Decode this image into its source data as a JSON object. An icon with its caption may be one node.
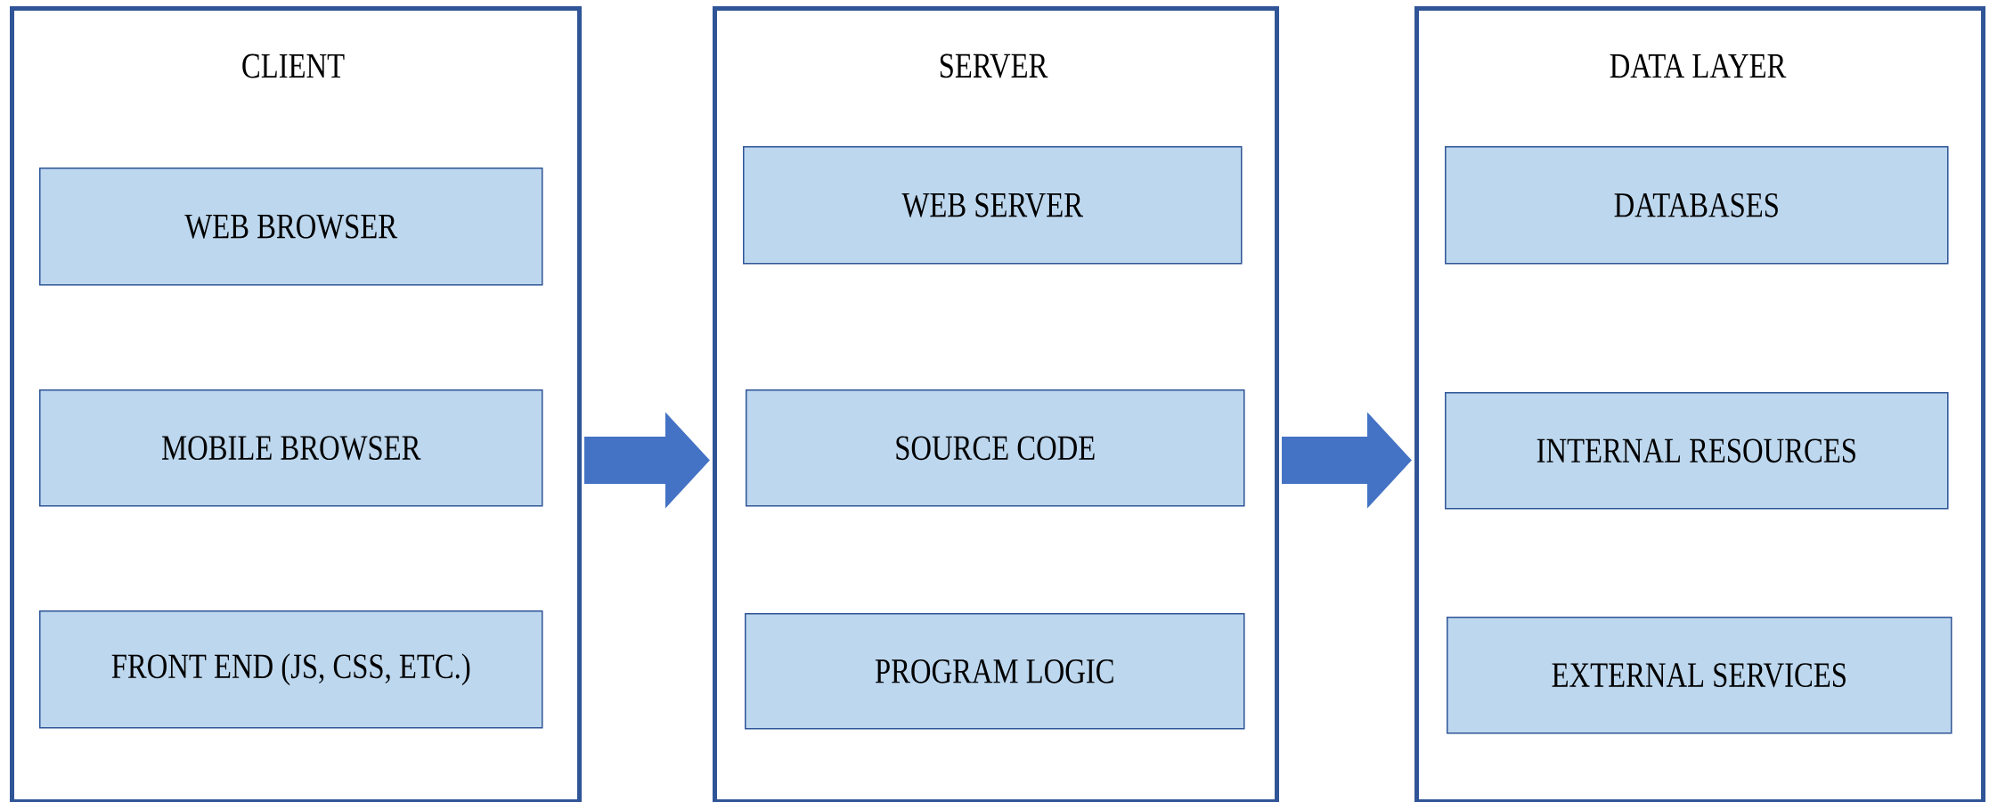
{
  "diagram": {
    "nodes": [
      {
        "text": [
          "CLIENT"
        ]
      },
      {
        "text": [
          "WEB BROWSER"
        ],
        "in": 0
      },
      {
        "text": [
          "MOBILE BROWSER"
        ],
        "in": 0
      },
      {
        "text": [
          "FRONT END (JS, CSS, ETC.)"
        ],
        "in": 0
      },
      {
        "text": [
          "SERVER"
        ]
      },
      {
        "text": [
          "WEB SERVER"
        ],
        "in": 4
      },
      {
        "text": [
          "SOURCE CODE"
        ],
        "in": 4
      },
      {
        "text": [
          "PROGRAM LOGIC"
        ],
        "in": 4
      },
      {
        "text": [
          "DATA LAYER"
        ]
      },
      {
        "text": [
          "DATABASES"
        ],
        "in": 8
      },
      {
        "text": [
          "INTERNAL RESOURCES"
        ],
        "in": 8
      },
      {
        "text": [
          "EXTERNAL SERVICES"
        ],
        "in": 8
      }
    ],
    "edges": [
      {
        "from": 0,
        "to": 4,
        "arrow": "to"
      },
      {
        "from": 4,
        "to": 8,
        "arrow": "to"
      }
    ]
  }
}
